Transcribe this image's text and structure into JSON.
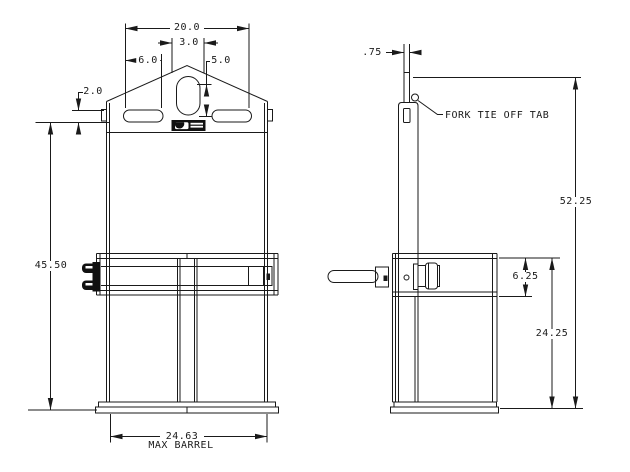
{
  "drawing": {
    "front_view": {
      "dims": {
        "top_width": "20.0",
        "slot_width": "3.0",
        "slot_length": "6.0",
        "lift_hole_height": "5.0",
        "plate_offset": "2.0",
        "frame_height": "45.50",
        "max_barrel": "24.63",
        "max_barrel_note": "MAX BARREL"
      }
    },
    "side_view": {
      "dims": {
        "tab_width": ".75",
        "overall_height": "52.25",
        "band_depth": "6.25",
        "lower_height": "24.25"
      },
      "callout_fork_tab": "FORK TIE OFF TAB"
    },
    "colors": {
      "line": "#1a1a1a",
      "background": "#ffffff"
    }
  }
}
